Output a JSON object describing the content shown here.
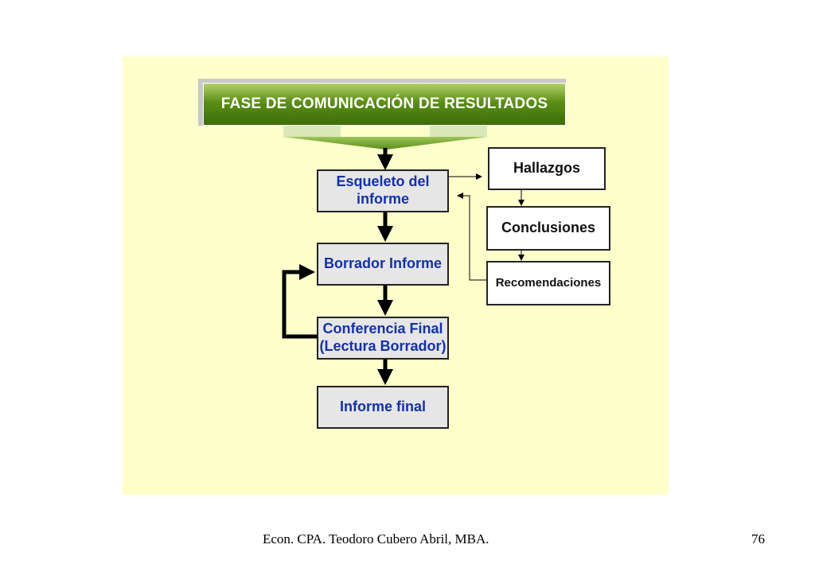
{
  "title": "FASE DE COMUNICACIÓN DE RESULTADOS",
  "flow": {
    "esqueleto": "Esqueleto del informe",
    "borrador": "Borrador Informe",
    "conferencia_line1": "Conferencia Final",
    "conferencia_line2": "(Lectura Borrador)",
    "informe_final": "Informe final"
  },
  "side": {
    "hallazgos": "Hallazgos",
    "conclusiones": "Conclusiones",
    "recomendaciones": "Recomendaciones"
  },
  "footer": {
    "author": "Econ. CPA. Teodoro Cubero Abril, MBA.",
    "page_number": "76"
  },
  "colors": {
    "panel_bg": "#ffffcc",
    "title_green": "#4a7f10",
    "flow_text_blue": "#1330b0"
  }
}
